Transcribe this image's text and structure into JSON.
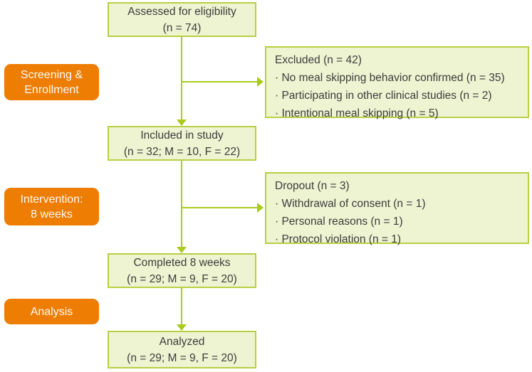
{
  "colors": {
    "accent_orange": "#ee7d04",
    "box_fill": "#eef3d1",
    "box_border": "#b9cf45",
    "arrow": "#a9cb1e",
    "text": "#3d3d3d"
  },
  "stages": {
    "screening": {
      "line1": "Screening &",
      "line2": "Enrollment"
    },
    "intervention": {
      "line1": "Intervention:",
      "line2": "8 weeks"
    },
    "analysis": {
      "label": "Analysis"
    }
  },
  "flow": {
    "assessed": {
      "line1": "Assessed for eligibility",
      "line2": "(n = 74)"
    },
    "included": {
      "line1": "Included in study",
      "line2": "(n = 32; M = 10, F = 22)"
    },
    "completed": {
      "line1": "Completed 8 weeks",
      "line2": "(n = 29; M = 9, F = 20)"
    },
    "analyzed": {
      "line1": "Analyzed",
      "line2": "(n = 29; M = 9, F = 20)"
    }
  },
  "excluded": {
    "title": "Excluded (n = 42)",
    "items": [
      "· No meal skipping behavior confirmed (n = 35)",
      "· Participating in other clinical studies (n = 2)",
      "· Intentional meal skipping (n = 5)"
    ]
  },
  "dropout": {
    "title": "Dropout (n = 3)",
    "items": [
      "· Withdrawal of consent (n = 1)",
      "· Personal reasons (n = 1)",
      "· Protocol violation (n = 1)"
    ]
  }
}
